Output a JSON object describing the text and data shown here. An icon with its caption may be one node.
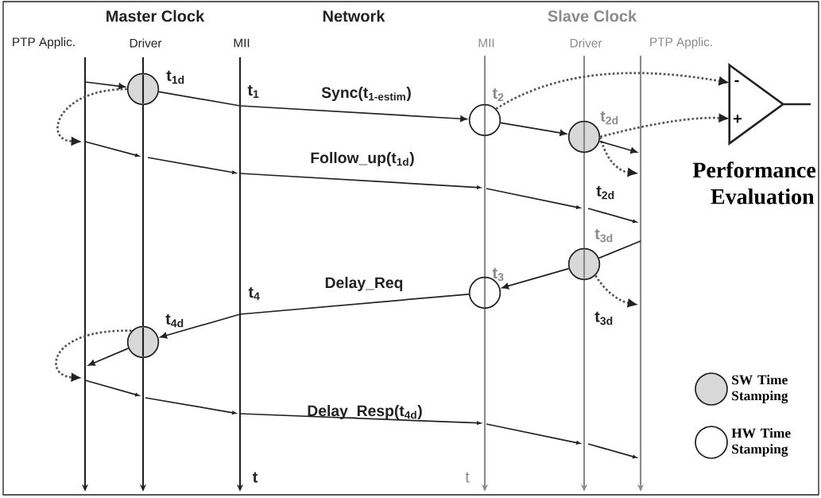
{
  "diagram": {
    "nodes": [
      {
        "text": [],
        "shape": "circle",
        "beside": [
          "t$_{1d}$"
        ]
      },
      {
        "text": [],
        "shape": "circle",
        "beside": [
          "t$_{2}$"
        ]
      },
      {
        "text": [],
        "shape": "circle",
        "beside": [
          "t$_{2d}$"
        ]
      },
      {
        "text": [],
        "shape": "circle",
        "beside": [
          "t$_{3d}$"
        ]
      },
      {
        "text": [],
        "shape": "circle",
        "beside": [
          "t$_{3}$"
        ]
      },
      {
        "text": [],
        "shape": "circle",
        "beside": [
          "t$_{4d}$"
        ]
      },
      {
        "text": [
          "-",
          "+"
        ],
        "beside": [
          "Performance Evaluation"
        ]
      }
    ],
    "edges": [
      {
        "from": 0,
        "to": null,
        "arrow": "to",
        "style": "dashed"
      },
      {
        "from": 1,
        "to": 6,
        "arrow": "to",
        "style": "dashed"
      },
      {
        "from": 2,
        "to": 6,
        "arrow": "to",
        "style": "dashed"
      },
      {
        "from": 2,
        "to": null,
        "arrow": "to",
        "style": "dashed"
      },
      {
        "from": 3,
        "to": null,
        "arrow": "to",
        "style": "dashed"
      },
      {
        "from": 5,
        "to": null,
        "arrow": "to",
        "style": "dashed"
      },
      {
        "from": null,
        "to": 0,
        "arrow": "to"
      },
      {
        "from": 0,
        "to": 1,
        "arrow": "to"
      },
      {
        "from": 1,
        "to": 2,
        "arrow": "to"
      },
      {
        "from": 2,
        "to": null,
        "arrow": "to"
      },
      {
        "from": null,
        "to": 3,
        "arrow": "none"
      },
      {
        "from": 3,
        "to": 4,
        "arrow": "to"
      },
      {
        "from": 4,
        "to": 5,
        "arrow": "to"
      },
      {
        "from": 5,
        "to": null,
        "arrow": "to"
      }
    ],
    "labels": [
      "Master Clock",
      "Network",
      "Slave Clock",
      "PTP Applic.",
      "Driver",
      "MII",
      "MII",
      "Driver",
      "PTP Applic.",
      "t$_{1}$",
      "Sync(t$_{1-estim}$)",
      "Follow_up(t$_{1d}$)",
      "t$_{2d}$",
      "Delay_Req",
      "t$_{4}$",
      "t$_{3d}$",
      "Delay_Resp(t$_{4d}$)",
      "t",
      "t"
    ],
    "legend": [
      {
        "text": "SW Time Stamping"
      },
      {
        "text": "HW Time Stamping"
      }
    ]
  }
}
